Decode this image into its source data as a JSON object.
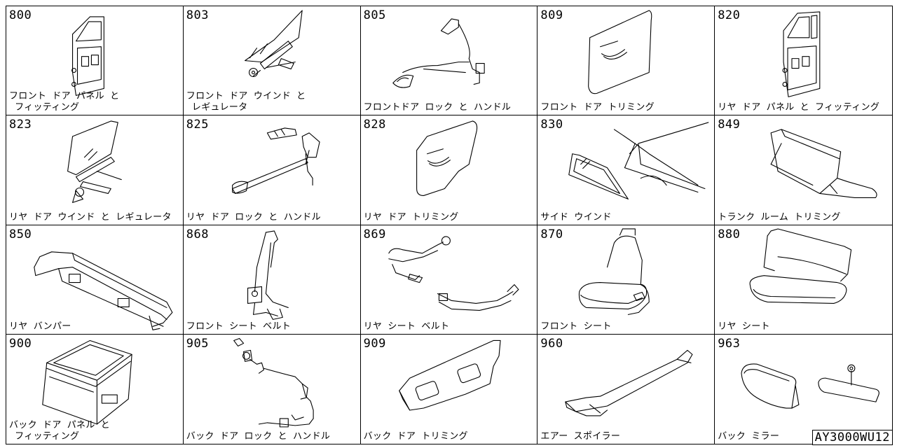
{
  "catalog_code": "AY3000WU12",
  "cells": [
    {
      "code": "800",
      "label": "フロント ドア パネル と\n フィッティング",
      "icon": "front-door-panel-icon"
    },
    {
      "code": "803",
      "label": "フロント ドア ウインド と\n レギュレータ",
      "icon": "front-door-window-regulator-icon"
    },
    {
      "code": "805",
      "label": "フロントドア ロック と ハンドル",
      "icon": "front-door-lock-handle-icon"
    },
    {
      "code": "809",
      "label": "フロント ドア トリミング",
      "icon": "front-door-trim-icon"
    },
    {
      "code": "820",
      "label": "リヤ ドア パネル と フィッティング",
      "icon": "rear-door-panel-icon"
    },
    {
      "code": "823",
      "label": "リヤ ドア ウインド と レギュレータ",
      "icon": "rear-door-window-regulator-icon"
    },
    {
      "code": "825",
      "label": "リヤ ドア ロック と ハンドル",
      "icon": "rear-door-lock-handle-icon"
    },
    {
      "code": "828",
      "label": "リヤ ドア トリミング",
      "icon": "rear-door-trim-icon"
    },
    {
      "code": "830",
      "label": "サイド ウインド",
      "icon": "side-window-icon"
    },
    {
      "code": "849",
      "label": "トランク ルーム トリミング",
      "icon": "trunk-room-trim-icon"
    },
    {
      "code": "850",
      "label": "リヤ バンパー",
      "icon": "rear-bumper-icon"
    },
    {
      "code": "868",
      "label": "フロント シート ベルト",
      "icon": "front-seat-belt-icon"
    },
    {
      "code": "869",
      "label": "リヤ シート ベルト",
      "icon": "rear-seat-belt-icon"
    },
    {
      "code": "870",
      "label": "フロント シート",
      "icon": "front-seat-icon"
    },
    {
      "code": "880",
      "label": "リヤ シート",
      "icon": "rear-seat-icon"
    },
    {
      "code": "900",
      "label": "バック ドア パネル と\n フィッティング",
      "icon": "back-door-panel-icon"
    },
    {
      "code": "905",
      "label": "バック ドア ロック と ハンドル",
      "icon": "back-door-lock-handle-icon"
    },
    {
      "code": "909",
      "label": "バック ドア トリミング",
      "icon": "back-door-trim-icon"
    },
    {
      "code": "960",
      "label": "エアー スポイラー",
      "icon": "air-spoiler-icon"
    },
    {
      "code": "963",
      "label": "バック ミラー",
      "icon": "back-mirror-icon"
    }
  ]
}
